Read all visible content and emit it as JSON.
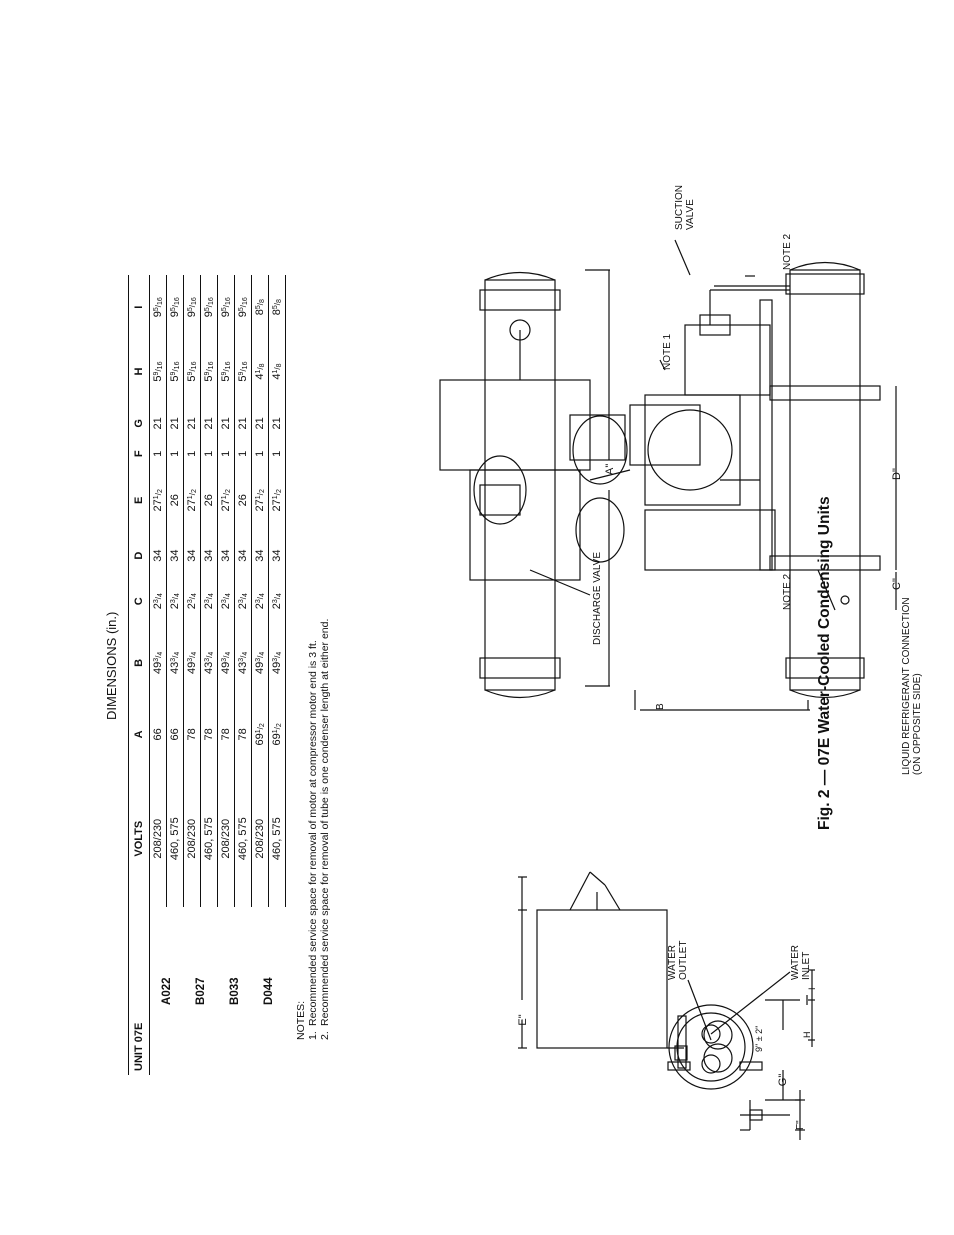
{
  "dimensions_title": "DIMENSIONS (in.)",
  "table": {
    "headers": [
      "UNIT 07E",
      "VOLTS",
      "A",
      "B",
      "C",
      "D",
      "E",
      "F",
      "G",
      "H",
      "I"
    ],
    "groups": [
      {
        "unit": "A022",
        "rows": [
          {
            "volts": "208/230",
            "A": {
              "w": "66"
            },
            "B": {
              "w": "49",
              "n": "3",
              "d": "4"
            },
            "C": {
              "w": "2",
              "n": "3",
              "d": "4"
            },
            "D": {
              "w": "34"
            },
            "E": {
              "w": "27",
              "n": "1",
              "d": "2"
            },
            "F": {
              "w": "1"
            },
            "G": {
              "w": "21"
            },
            "H": {
              "w": "5",
              "n": "9",
              "d": "16"
            },
            "I": {
              "w": "9",
              "n": "5",
              "d": "16"
            }
          },
          {
            "volts": "460, 575",
            "A": {
              "w": "66"
            },
            "B": {
              "w": "43",
              "n": "3",
              "d": "4"
            },
            "C": {
              "w": "2",
              "n": "3",
              "d": "4"
            },
            "D": {
              "w": "34"
            },
            "E": {
              "w": "26"
            },
            "F": {
              "w": "1"
            },
            "G": {
              "w": "21"
            },
            "H": {
              "w": "5",
              "n": "9",
              "d": "16"
            },
            "I": {
              "w": "9",
              "n": "5",
              "d": "16"
            }
          }
        ]
      },
      {
        "unit": "B027",
        "rows": [
          {
            "volts": "208/230",
            "A": {
              "w": "78"
            },
            "B": {
              "w": "49",
              "n": "3",
              "d": "4"
            },
            "C": {
              "w": "2",
              "n": "3",
              "d": "4"
            },
            "D": {
              "w": "34"
            },
            "E": {
              "w": "27",
              "n": "1",
              "d": "2"
            },
            "F": {
              "w": "1"
            },
            "G": {
              "w": "21"
            },
            "H": {
              "w": "5",
              "n": "9",
              "d": "16"
            },
            "I": {
              "w": "9",
              "n": "5",
              "d": "16"
            }
          },
          {
            "volts": "460, 575",
            "A": {
              "w": "78"
            },
            "B": {
              "w": "43",
              "n": "3",
              "d": "4"
            },
            "C": {
              "w": "2",
              "n": "3",
              "d": "4"
            },
            "D": {
              "w": "34"
            },
            "E": {
              "w": "26"
            },
            "F": {
              "w": "1"
            },
            "G": {
              "w": "21"
            },
            "H": {
              "w": "5",
              "n": "9",
              "d": "16"
            },
            "I": {
              "w": "9",
              "n": "5",
              "d": "16"
            }
          }
        ]
      },
      {
        "unit": "B033",
        "rows": [
          {
            "volts": "208/230",
            "A": {
              "w": "78"
            },
            "B": {
              "w": "49",
              "n": "3",
              "d": "4"
            },
            "C": {
              "w": "2",
              "n": "3",
              "d": "4"
            },
            "D": {
              "w": "34"
            },
            "E": {
              "w": "27",
              "n": "1",
              "d": "2"
            },
            "F": {
              "w": "1"
            },
            "G": {
              "w": "21"
            },
            "H": {
              "w": "5",
              "n": "9",
              "d": "16"
            },
            "I": {
              "w": "9",
              "n": "5",
              "d": "16"
            }
          },
          {
            "volts": "460, 575",
            "A": {
              "w": "78"
            },
            "B": {
              "w": "43",
              "n": "3",
              "d": "4"
            },
            "C": {
              "w": "2",
              "n": "3",
              "d": "4"
            },
            "D": {
              "w": "34"
            },
            "E": {
              "w": "26"
            },
            "F": {
              "w": "1"
            },
            "G": {
              "w": "21"
            },
            "H": {
              "w": "5",
              "n": "9",
              "d": "16"
            },
            "I": {
              "w": "9",
              "n": "5",
              "d": "16"
            }
          }
        ]
      },
      {
        "unit": "D044",
        "rows": [
          {
            "volts": "208/230",
            "A": {
              "w": "69",
              "n": "1",
              "d": "2"
            },
            "B": {
              "w": "49",
              "n": "3",
              "d": "4"
            },
            "C": {
              "w": "2",
              "n": "3",
              "d": "4"
            },
            "D": {
              "w": "34"
            },
            "E": {
              "w": "27",
              "n": "1",
              "d": "2"
            },
            "F": {
              "w": "1"
            },
            "G": {
              "w": "21"
            },
            "H": {
              "w": "4",
              "n": "1",
              "d": "8"
            },
            "I": {
              "w": "8",
              "n": "5",
              "d": "8"
            }
          },
          {
            "volts": "460, 575",
            "A": {
              "w": "69",
              "n": "1",
              "d": "2"
            },
            "B": {
              "w": "49",
              "n": "3",
              "d": "4"
            },
            "C": {
              "w": "2",
              "n": "3",
              "d": "4"
            },
            "D": {
              "w": "34"
            },
            "E": {
              "w": "27",
              "n": "1",
              "d": "2"
            },
            "F": {
              "w": "1"
            },
            "G": {
              "w": "21"
            },
            "H": {
              "w": "4",
              "n": "1",
              "d": "8"
            },
            "I": {
              "w": "8",
              "n": "5",
              "d": "8"
            }
          }
        ]
      }
    ]
  },
  "notes": {
    "heading": "NOTES:",
    "items": [
      {
        "num": "1.",
        "text": "Recommended service space for removal of motor at compressor motor end is 3 ft."
      },
      {
        "num": "2.",
        "text": "Recommended service space for removal of tube is one condenser length at either end."
      }
    ]
  },
  "end_view": {
    "e_label": "E\"",
    "f_label": "F\"",
    "g_label": "G\"",
    "h_label": "H",
    "i_label": "I",
    "clearance_label": "9\" ± 2\"",
    "water_outlet": [
      "WATER",
      "OUTLET"
    ],
    "water_inlet": [
      "WATER",
      "INLET"
    ]
  },
  "side_view": {
    "a_label": "A\"",
    "b_label": "B",
    "c_label": "C\"",
    "d_label": "D\"",
    "note1": "NOTE 1",
    "note2_left": "NOTE 2",
    "note2_right": "NOTE 2",
    "suction_valve": [
      "SUCTION",
      "VALVE"
    ],
    "discharge_valve": "DISCHARGE VALVE",
    "liquid_connection": [
      "LIQUID REFRIGERANT CONNECTION",
      "(ON OPPOSITE SIDE)"
    ]
  },
  "caption": "Fig. 2 — 07E Water-Cooled Condensing Units"
}
